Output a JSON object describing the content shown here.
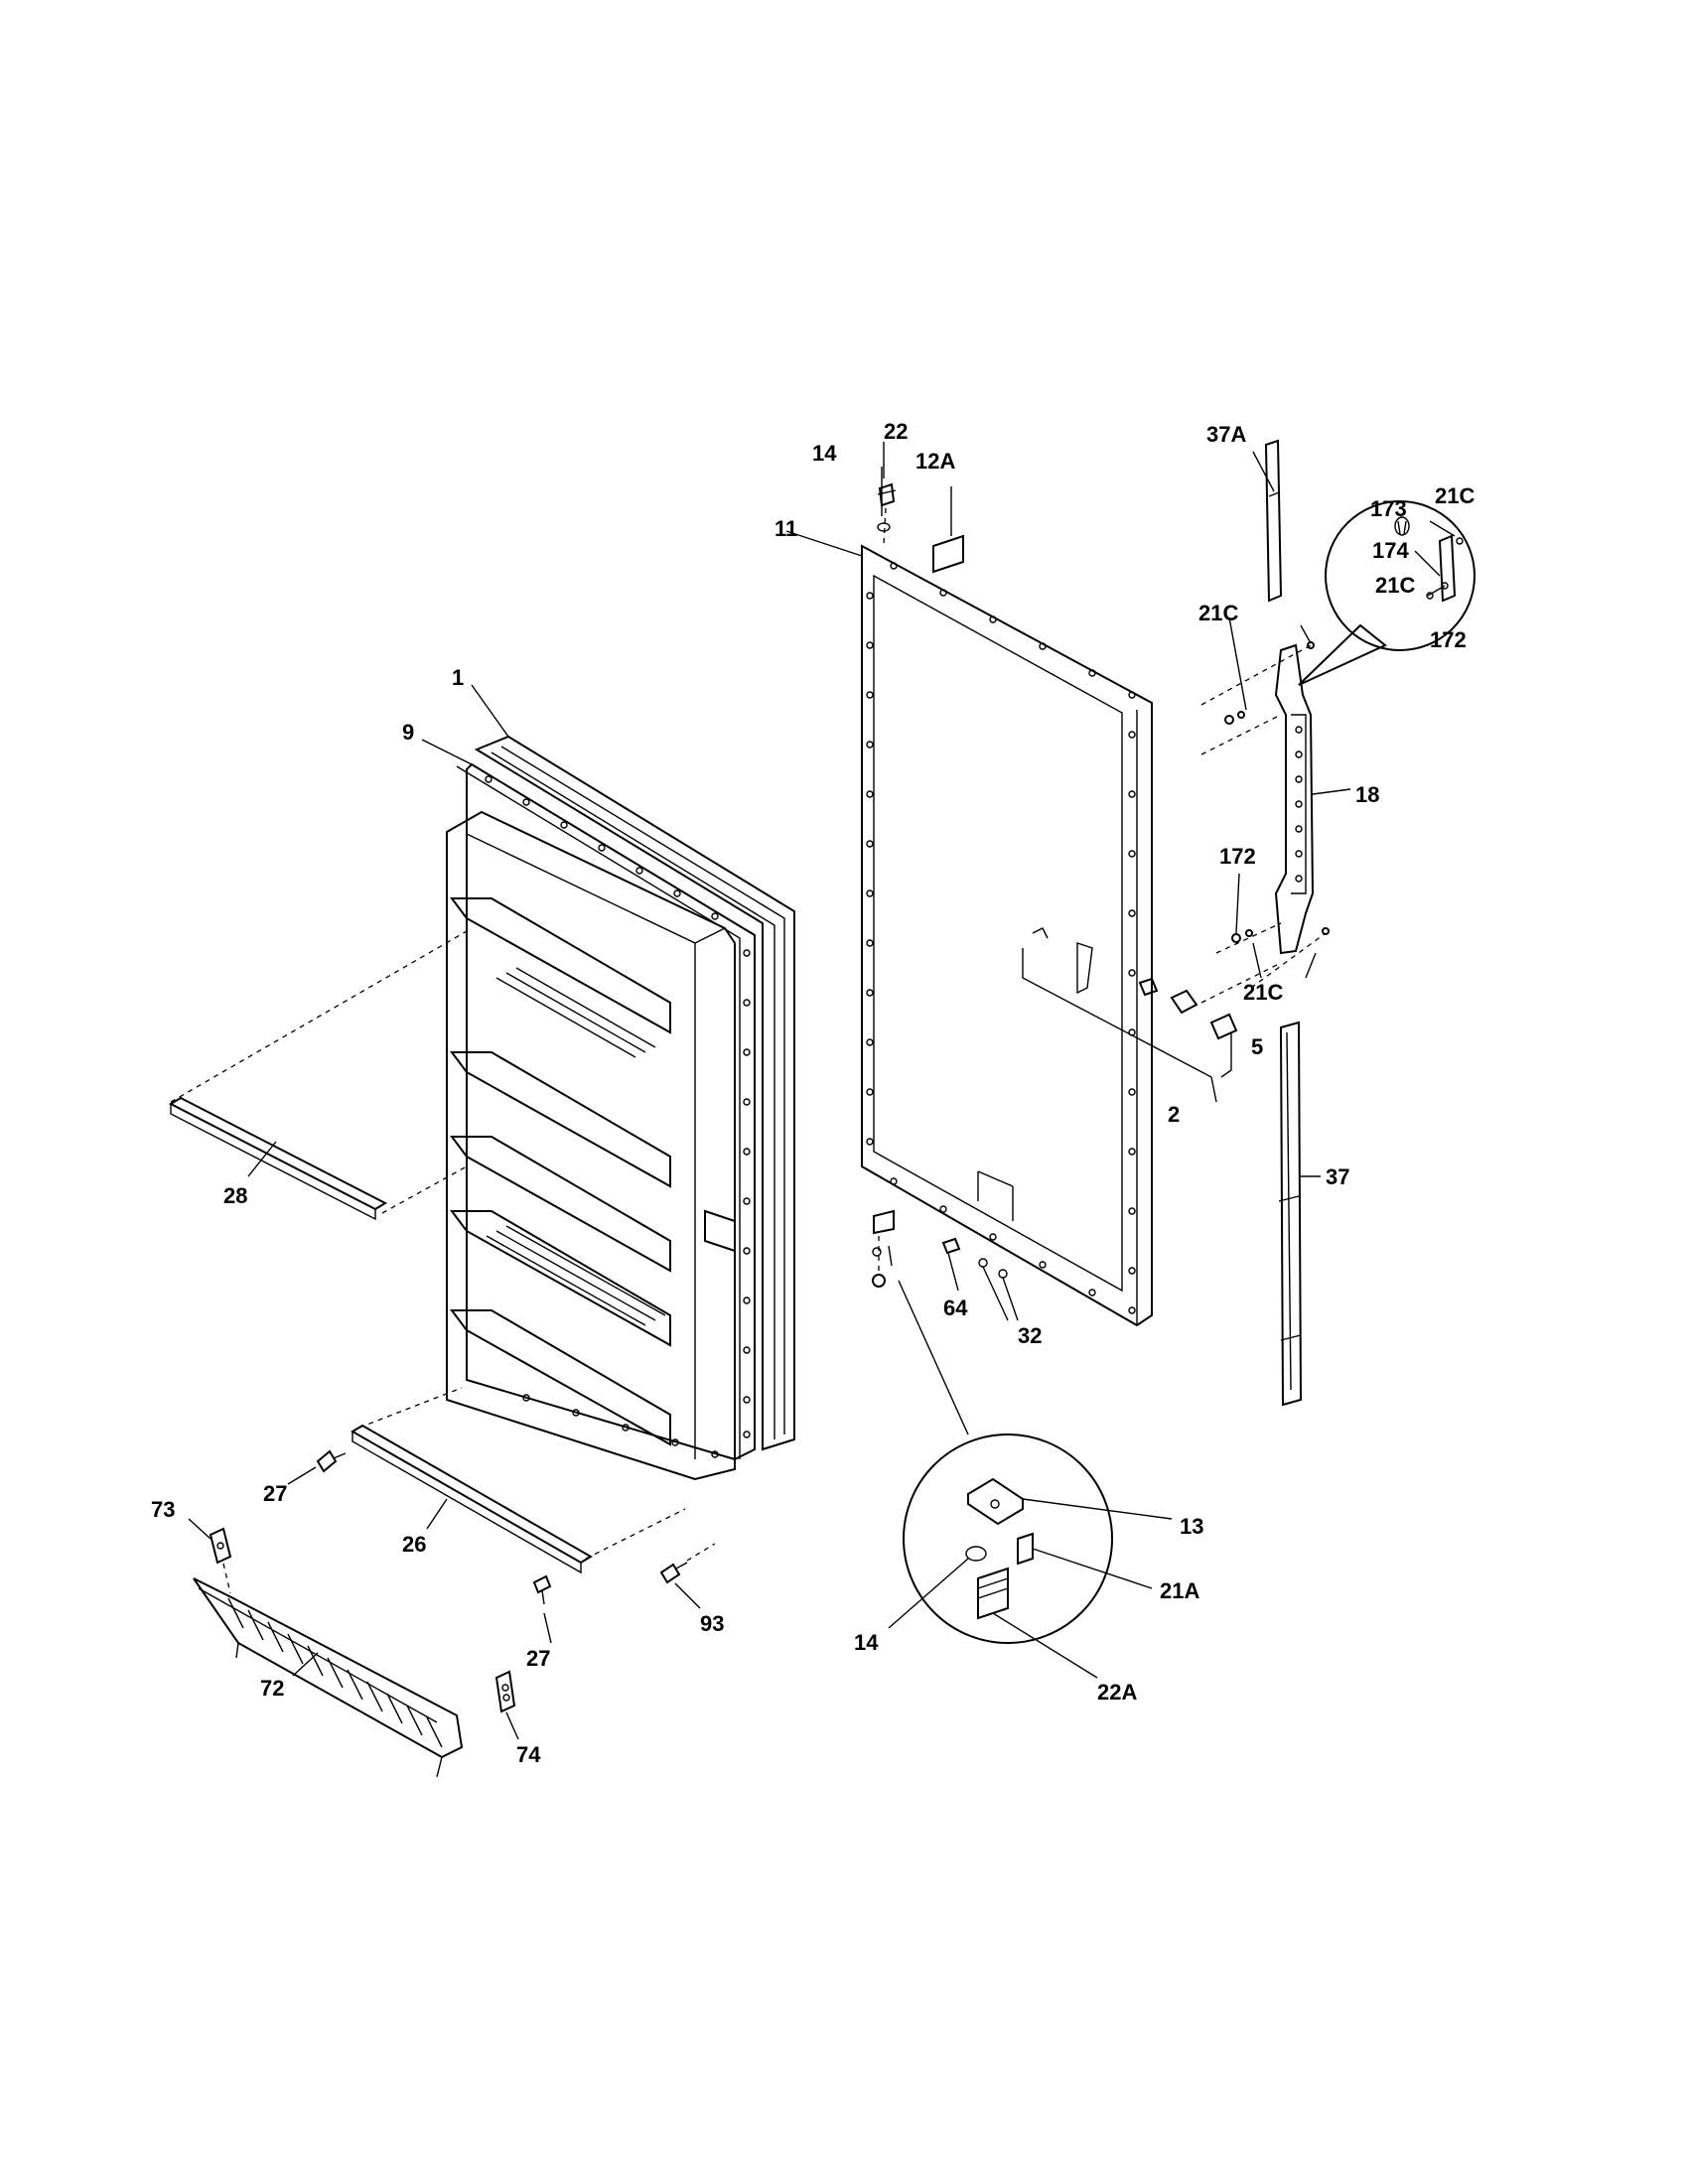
{
  "labels": {
    "l1": "1",
    "l9": "9",
    "l28": "28",
    "l27a": "27",
    "l27b": "27",
    "l26": "26",
    "l73": "73",
    "l72": "72",
    "l74": "74",
    "l93": "93",
    "l22": "22",
    "l14a": "14",
    "l12A": "12A",
    "l11": "11",
    "l64": "64",
    "l32": "32",
    "l2": "2",
    "l5": "5",
    "l37A": "37A",
    "l21Ca": "21C",
    "l172a": "172",
    "l18": "18",
    "l21Cb": "21C",
    "l37": "37",
    "l13": "13",
    "l21A": "21A",
    "l14b": "14",
    "l22A": "22A",
    "inset173": "173",
    "inset21Ca": "21C",
    "inset174": "174",
    "inset21Cb": "21C",
    "inset172": "172"
  }
}
